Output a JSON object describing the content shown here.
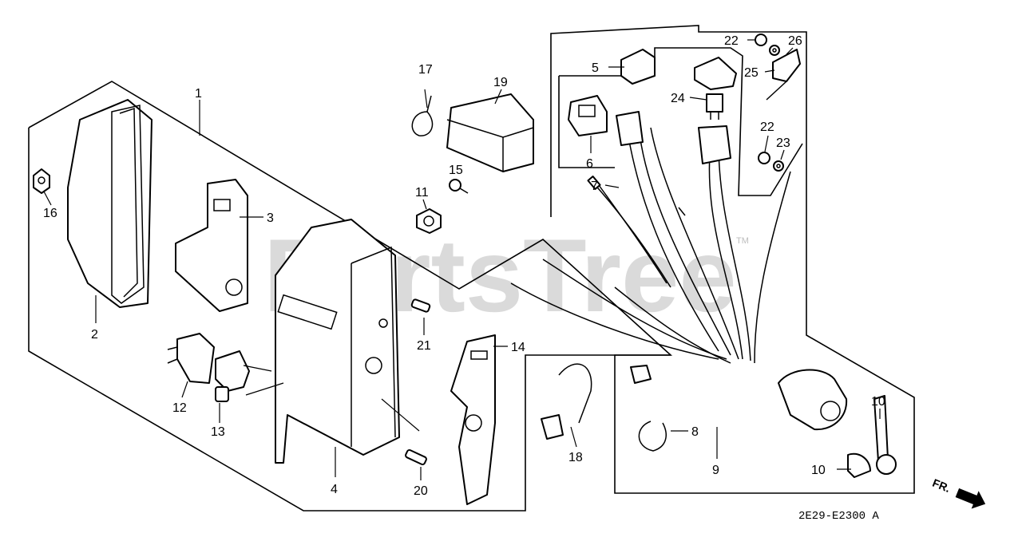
{
  "watermark": {
    "text": "PartsTree",
    "trademark": "TM"
  },
  "drawing_code": "2E29-E2300 A",
  "direction_label": "FR.",
  "callouts": {
    "c1": "1",
    "c2": "2",
    "c3": "3",
    "c4": "4",
    "c5": "5",
    "c6": "6",
    "c7": "7",
    "c8": "8",
    "c9": "9",
    "c10a": "10",
    "c10b": "10",
    "c11": "11",
    "c12": "12",
    "c13": "13",
    "c14": "14",
    "c15": "15",
    "c16": "16",
    "c17": "17",
    "c18": "18",
    "c19": "19",
    "c20": "20",
    "c21": "21",
    "c22a": "22",
    "c22b": "22",
    "c23": "23",
    "c24": "24",
    "c25": "25",
    "c26": "26"
  }
}
